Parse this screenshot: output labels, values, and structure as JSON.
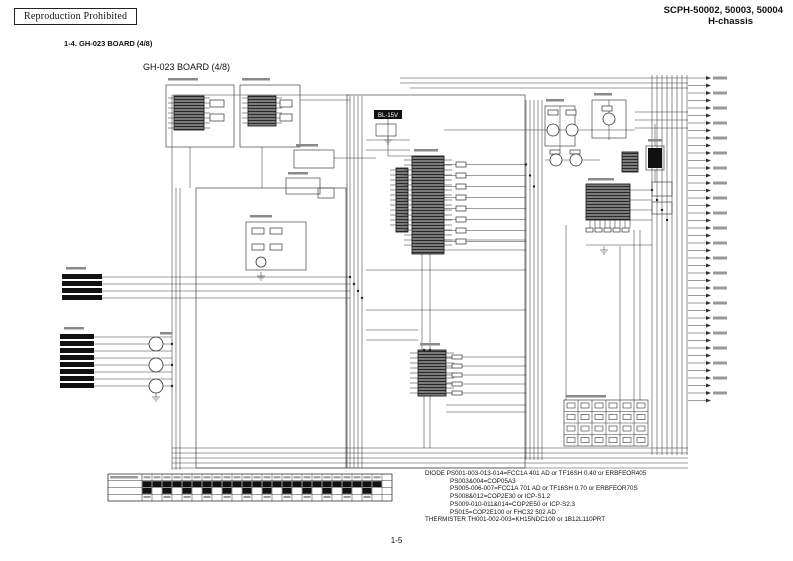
{
  "header": {
    "stamp": "Reproduction Prohibited",
    "model": "SCPH-50002, 50003, 50004",
    "chassis": "H-chassis"
  },
  "section": {
    "heading": "1-4. GH-023 BOARD (4/8)",
    "board_title": "GH-023 BOARD (4/8)"
  },
  "schematic": {
    "labels": {
      "bl15v": "BL-15V"
    }
  },
  "notes": {
    "lines": [
      "DIODE PS001-003-013-014=FCC1A 401 AD or TF16SH 0.40 or ERBFEOR405",
      "PS003&004=COP05A3",
      "PS005-006-007=FCC1A 701 AD or TF16SH 0.70 or ERBFEOR70S",
      "PS008&012=COP2E30 or ICP-S1.2",
      "PS009-010-011&014=COP2E50 or ICP-S2.3",
      "PS015=COP2E100 or FHC32 502 AD",
      "THERMISTER TH001-002-003=KH15NDC100 or 1B12L110PRT"
    ]
  },
  "footer": {
    "page_number": "1-5"
  }
}
